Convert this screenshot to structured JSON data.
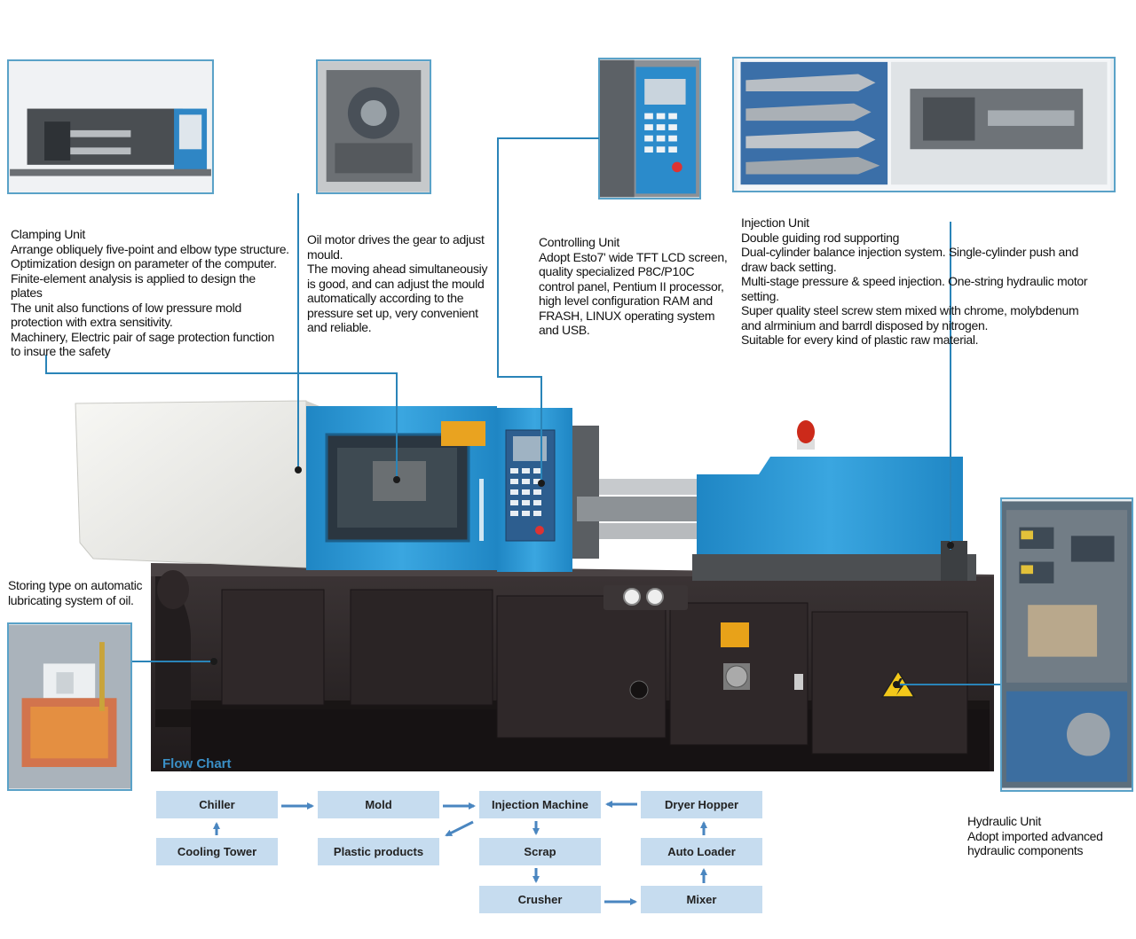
{
  "colors": {
    "machine_blue": "#2a9ad8",
    "machine_base": "#2b2526",
    "machine_cover": "#ededea",
    "leader_line": "#2a84b8",
    "thumb_border": "#5aa2c8",
    "flow_box": "#c6dcef",
    "flow_arrow": "#4a86c0",
    "flow_title": "#3a8fc6"
  },
  "callouts": {
    "clamping": {
      "title": "Clamping Unit",
      "lines": [
        "Arrange obliquely five-point and elbow type structure.",
        "Optimization design on parameter of the computer.",
        "Finite-element analysis is applied to design the",
        "plates",
        "The unit also functions of low pressure mold",
        "protection with extra sensitivity.",
        "Machinery, Electric pair of sage protection function",
        "to insure the safety"
      ]
    },
    "oil_motor": {
      "lines": [
        "Oil motor drives the gear to adjust",
        "mould.",
        "The moving ahead simultaneousiy",
        "is good, and can adjust the mould",
        "automatically according to the",
        "pressure set up, very convenient",
        "and reliable."
      ]
    },
    "controlling": {
      "title": "Controlling Unit",
      "lines": [
        "Adopt Esto7' wide TFT LCD screen,",
        "quality specialized P8C/P10C",
        "control panel, Pentium II processor,",
        "high level configuration RAM and",
        "FRASH, LINUX operating system",
        "and USB."
      ]
    },
    "injection": {
      "title": "Injection Unit",
      "lines": [
        "Double guiding rod supporting",
        "Dual-cylinder balance injection system. Single-cylinder push and",
        "draw back setting.",
        "Multi-stage pressure & speed injection. One-string hydraulic motor",
        "setting.",
        "Super quality steel screw stem mixed with chrome, molybdenum",
        "and alrminium and barrdl disposed by nitrogen.",
        "Suitable for every kind of plastic raw material."
      ]
    },
    "lubrication": {
      "lines": [
        "Storing type on automatic",
        "lubricating system of oil."
      ]
    },
    "hydraulic": {
      "title": "Hydraulic Unit",
      "lines": [
        "Adopt imported advanced",
        "hydraulic components"
      ]
    }
  },
  "flow_chart": {
    "title": "Flow Chart",
    "boxes": {
      "chiller": "Chiller",
      "cooling_tower": "Cooling Tower",
      "mold": "Mold",
      "plastic_products": "Plastic products",
      "injection_machine": "Injection Machine",
      "scrap": "Scrap",
      "crusher": "Crusher",
      "dryer_hopper": "Dryer Hopper",
      "auto_loader": "Auto Loader",
      "mixer": "Mixer"
    }
  },
  "icons": {
    "hazard": "electric-hazard-triangle-icon",
    "beacon": "warning-beacon-icon",
    "fan": "fan-vent-icon",
    "gauge": "pressure-gauge-icon"
  }
}
